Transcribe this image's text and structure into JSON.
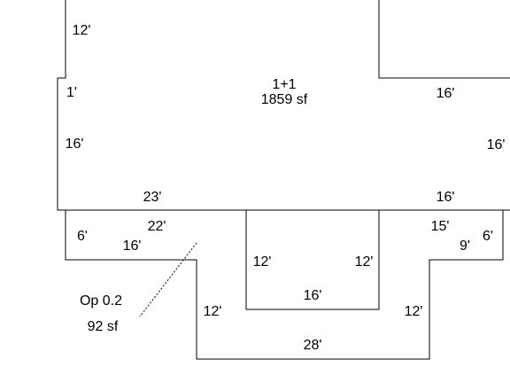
{
  "main_room": {
    "name": "1+1",
    "area": "1859 sf"
  },
  "porch": {
    "name": "Op 0.2",
    "area": "92 sf"
  },
  "dimensions": {
    "left_top": "12'",
    "left_notch": "1'",
    "left_main": "16'",
    "main_bottom": "23'",
    "notch_right": "16'",
    "right_main": "16'",
    "right_bottom": "16'",
    "porch_left": "6'",
    "porch_top": "22'",
    "porch_inner": "16'",
    "stem_left": "12'",
    "stem_right": "12'",
    "stem_bottom": "16'",
    "lower_left": "12'",
    "lower_right": "12'",
    "lower_bottom": "28'",
    "right_porch_top": "15'",
    "right_porch_inner": "9'",
    "right_porch_side": "6'"
  }
}
